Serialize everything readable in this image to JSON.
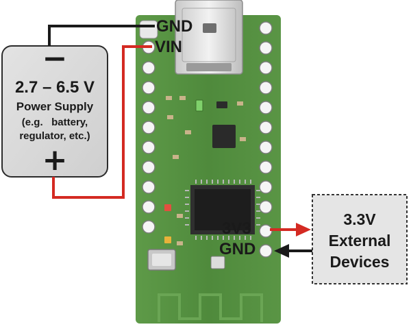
{
  "board": {
    "pins_left": [
      {
        "label": "GND"
      },
      {
        "label": "VIN"
      }
    ],
    "pins_right": [
      {
        "label": "3V3"
      },
      {
        "label": "GND"
      }
    ]
  },
  "power_supply": {
    "minus_sign": "−",
    "voltage": "2.7 – 6.5 V",
    "title": "Power Supply",
    "example_line1": "(e.g.   battery,",
    "example_line2": "regulator, etc.)",
    "plus_sign": "+"
  },
  "external_devices": {
    "line1": "3.3V",
    "line2": "External",
    "line3": "Devices"
  },
  "colors": {
    "board_green": "#4f8a3c",
    "wire_black": "#1a1a1a",
    "wire_red": "#d42a22",
    "supply_fill": "#d9d9d9"
  }
}
